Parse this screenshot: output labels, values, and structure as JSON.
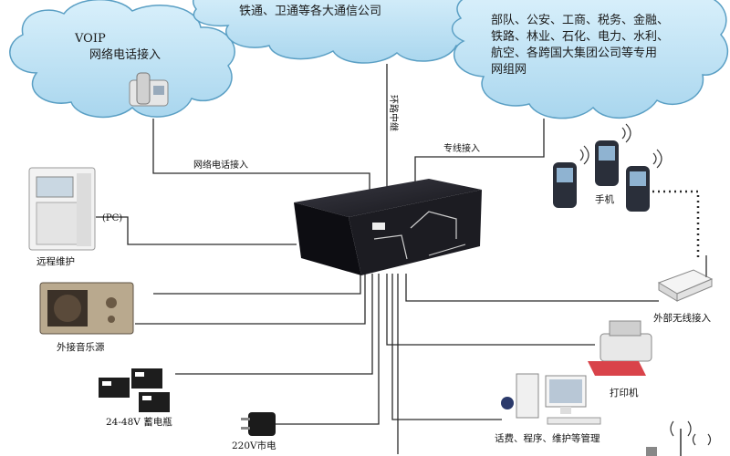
{
  "clouds": {
    "voip": {
      "title": "VOIP",
      "subtitle": "网络电话接入"
    },
    "carrier": {
      "text": "铁通、卫通等各大通信公司"
    },
    "enterprise": {
      "lines": [
        "部队、公安、工商、税务、金融、",
        "铁路、林业、石化、电力、水利、",
        "航空、各跨国大集团公司等专用",
        "网组网"
      ]
    }
  },
  "links": {
    "relay": "环路中继",
    "network_phone": "网络电话接入",
    "dedicated": "专线接入",
    "pc": "(PC)"
  },
  "devices": {
    "remote": "远程维护",
    "music": "外接音乐源",
    "battery": "24-48V 蓄电瓶",
    "power": "220V市电",
    "mobile": "手机",
    "wireless": "外部无线接入",
    "printer": "打印机",
    "computer": "话费、程序、维护等管理"
  },
  "colors": {
    "cloud_fill": "#bfe3f4",
    "cloud_stroke": "#5a9fc4",
    "line": "#2a2a2a",
    "switch_body": "#1c1c22"
  }
}
